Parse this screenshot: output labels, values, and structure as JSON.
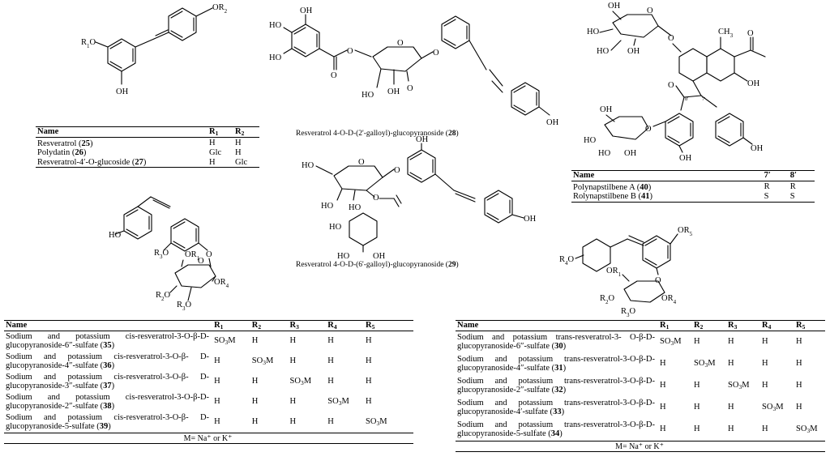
{
  "atoms": {
    "OH": "OH",
    "HO": "HO",
    "O": "O",
    "CH3": "CH3",
    "OR1": "OR1",
    "OR2": "OR2",
    "R1O": "R1O",
    "R2O": "R2O",
    "R3O": "R3O",
    "R4O": "R4O",
    "OR4": "OR4",
    "OR5": "OR5"
  },
  "captions": {
    "c28": {
      "text": "Resveratrol 4-O-D-(2'-galloyl)-glucopyranoside (",
      "num": "28",
      "close": ")"
    },
    "c29": {
      "text": "Resveratrol 4-O-D-(6'-galloyl)-glucopyranoside (",
      "num": "29",
      "close": ")"
    }
  },
  "table1": {
    "headers": [
      "Name",
      "R1",
      "R2"
    ],
    "rows": [
      {
        "name": "Resveratrol (",
        "num": "25",
        "r1": "H",
        "r2": "H"
      },
      {
        "name": "Polydatin (",
        "num": "26",
        "r1": "Glc",
        "r2": "H"
      },
      {
        "name": "Resveratrol-4′-O-glucoside (",
        "num": "27",
        "r1": "H",
        "r2": "Glc"
      }
    ]
  },
  "table2": {
    "headers": [
      "Name",
      "7′",
      "8′"
    ],
    "rows": [
      {
        "name": "Polynapstilbene A (",
        "num": "40",
        "c7": "R",
        "c8": "R"
      },
      {
        "name": "Rolynapstilbene B (",
        "num": "41",
        "c7": "S",
        "c8": "S"
      }
    ]
  },
  "table3": {
    "headers": [
      "Name",
      "R1",
      "R2",
      "R3",
      "R4",
      "R5"
    ],
    "rows": [
      {
        "name": "Sodium and potassium cis-resveratrol-3-O-β-D-glucopyranoside-6″-sulfate (",
        "num": "35",
        "r": [
          "SO3M",
          "H",
          "H",
          "H",
          "H"
        ]
      },
      {
        "name": "Sodium and potassium cis-resveratrol-3-O-β- D-glucopyranoside-4″-sulfate (",
        "num": "36",
        "r": [
          "H",
          "SO3M",
          "H",
          "H",
          "H"
        ]
      },
      {
        "name": "Sodium and potassium cis-resveratrol-3-O-β- D-glucopyranoside-3″-sulfate (",
        "num": "37",
        "r": [
          "H",
          "H",
          "SO3M",
          "H",
          "H"
        ]
      },
      {
        "name": "Sodium and potassium cis-resveratrol-3-O-β-D-glucopyranoside-2″-sulfate (",
        "num": "38",
        "r": [
          "H",
          "H",
          "H",
          "SO3M",
          "H"
        ]
      },
      {
        "name": "Sodium and potassium cis-resveratrol-3-O-β- D-glucopyranoside-5-sulfate (",
        "num": "39",
        "r": [
          "H",
          "H",
          "H",
          "H",
          "SO3M"
        ]
      }
    ],
    "footer": "M= Na⁺ or K⁺"
  },
  "table4": {
    "headers": [
      "Name",
      "R1",
      "R2",
      "R3",
      "R4",
      "R5"
    ],
    "rows": [
      {
        "name": "Sodium and potassium trans-resveratrol-3- O-β-D-glucopyranoside-6″-sulfate (",
        "num": "30",
        "r": [
          "SO3M",
          "H",
          "H",
          "H",
          "H"
        ]
      },
      {
        "name": "Sodium and potassium trans-resveratrol-3-O-β-D-glucopyranoside-4″-sulfate (",
        "num": "31",
        "r": [
          "H",
          "SO3M",
          "H",
          "H",
          "H"
        ]
      },
      {
        "name": "Sodium and potassium trans-resveratrol-3-O-β-D-glucopyranoside-2″-sulfate (",
        "num": "32",
        "r": [
          "H",
          "H",
          "SO3M",
          "H",
          "H"
        ]
      },
      {
        "name": "Sodium and potassium trans-resveratrol-3-O-β-D-glucopyranoside-4′-sulfate (",
        "num": "33",
        "r": [
          "H",
          "H",
          "H",
          "SO3M",
          "H"
        ]
      },
      {
        "name": "Sodium and potassium trans-resveratrol-3-O-β-D-glucopyranoside-5-sulfate (",
        "num": "34",
        "r": [
          "H",
          "H",
          "H",
          "H",
          "SO3M"
        ]
      }
    ],
    "footer": "M= Na⁺ or K⁺"
  }
}
